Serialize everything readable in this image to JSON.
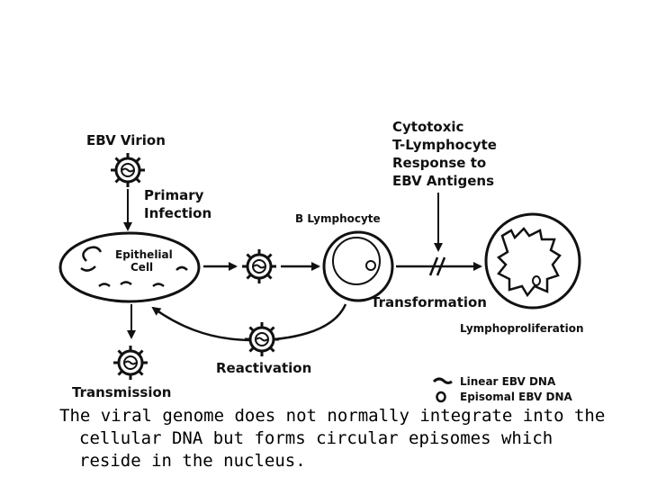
{
  "diagram": {
    "labels": {
      "virion": "EBV Virion",
      "primary_infection_1": "Primary",
      "primary_infection_2": "Infection",
      "epithelial_1": "Epithelial",
      "epithelial_2": "Cell",
      "b_lymphocyte": "B Lymphocyte",
      "ctl_1": "Cytotoxic",
      "ctl_2": "T-Lymphocyte",
      "ctl_3": "Response to",
      "ctl_4": "EBV Antigens",
      "transformation": "Transformation",
      "lymphoproliferation": "Lymphoproliferation",
      "reactivation": "Reactivation",
      "transmission": "Transmission"
    },
    "legend": {
      "linear": "Linear EBV DNA",
      "episomal": "Episomal EBV DNA"
    }
  },
  "caption": {
    "line1": "The viral genome does not normally integrate into the",
    "line2": "cellular DNA but forms circular episomes which",
    "line3": "reside in the nucleus."
  }
}
